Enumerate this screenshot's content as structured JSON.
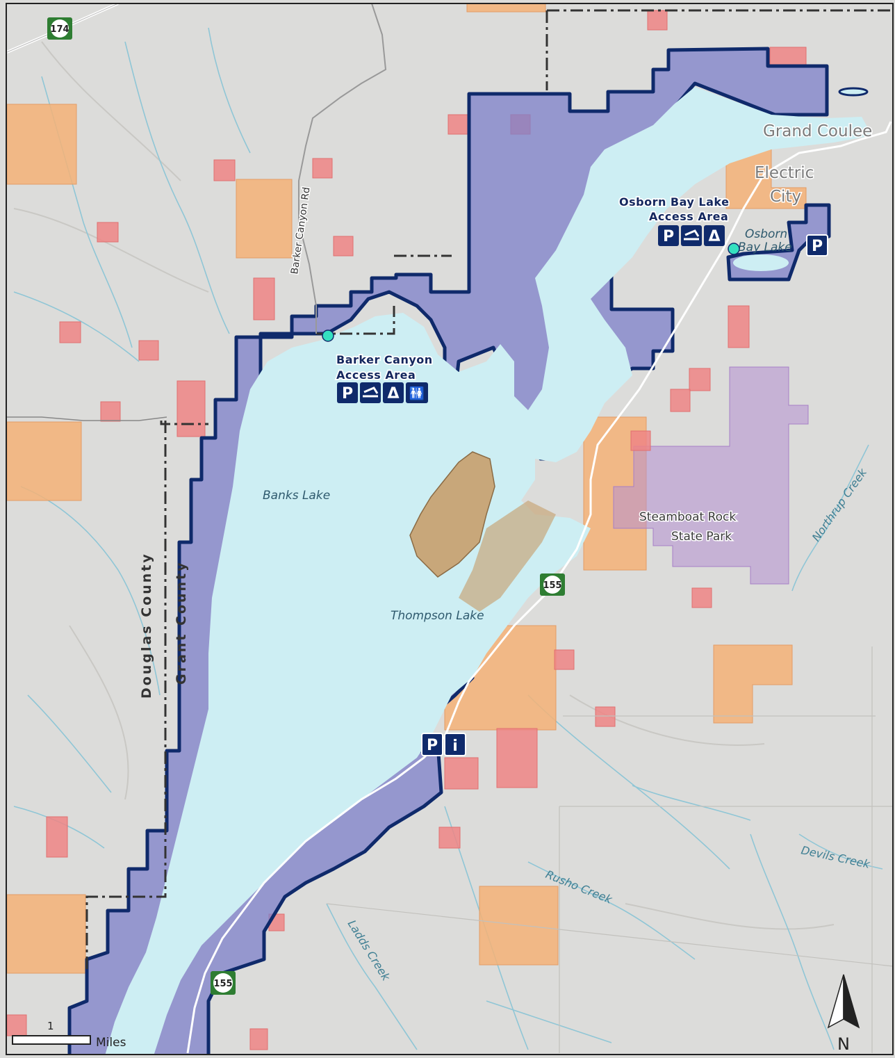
{
  "colors": {
    "land": "#dcdcda",
    "water": "#cdeef3",
    "stream": "#8fc6d6",
    "federal": "#7d80c9",
    "federal_border": "#0f2a6b",
    "state_trust": "#f4b277",
    "private_red": "#ef8585",
    "state_park": "#b58fd1",
    "shield_green": "#2e7d32",
    "icon_navy": "#0f2a6b",
    "access_point": "#35e0c0"
  },
  "labels": {
    "banks_lake": "Banks Lake",
    "thompson_lake": "Thompson Lake",
    "grand_coulee": "Grand Coulee",
    "electric_city_1": "Electric",
    "electric_city_2": "City",
    "osborn_bay_lake_1": "Osborn",
    "osborn_bay_lake_2": "Bay Lake",
    "osborn_access_1": "Osborn Bay Lake",
    "osborn_access_2": "Access Area",
    "barker_access_1": "Barker Canyon",
    "barker_access_2": "Access Area",
    "steamboat_1": "Steamboat Rock",
    "steamboat_2": "State Park",
    "douglas_county": "Douglas County",
    "grant_county": "Grant County",
    "barker_canyon_rd": "Barker Canyon Rd",
    "northrup_creek": "Northrup Creek",
    "devils_creek": "Devils Creek",
    "rusho_creek": "Rusho Creek",
    "ladds_creek": "Ladds Creek"
  },
  "shields": {
    "hwy174": "174",
    "hwy155_upper": "155",
    "hwy155_lower": "155"
  },
  "amenity_icons": {
    "parking": "P",
    "info": "i",
    "camping": "Δ",
    "restroom": "🚻",
    "boat_launch": "boat-launch"
  },
  "scale": {
    "value": "1",
    "unit": "Miles"
  },
  "north_arrow": {
    "label": "N"
  }
}
